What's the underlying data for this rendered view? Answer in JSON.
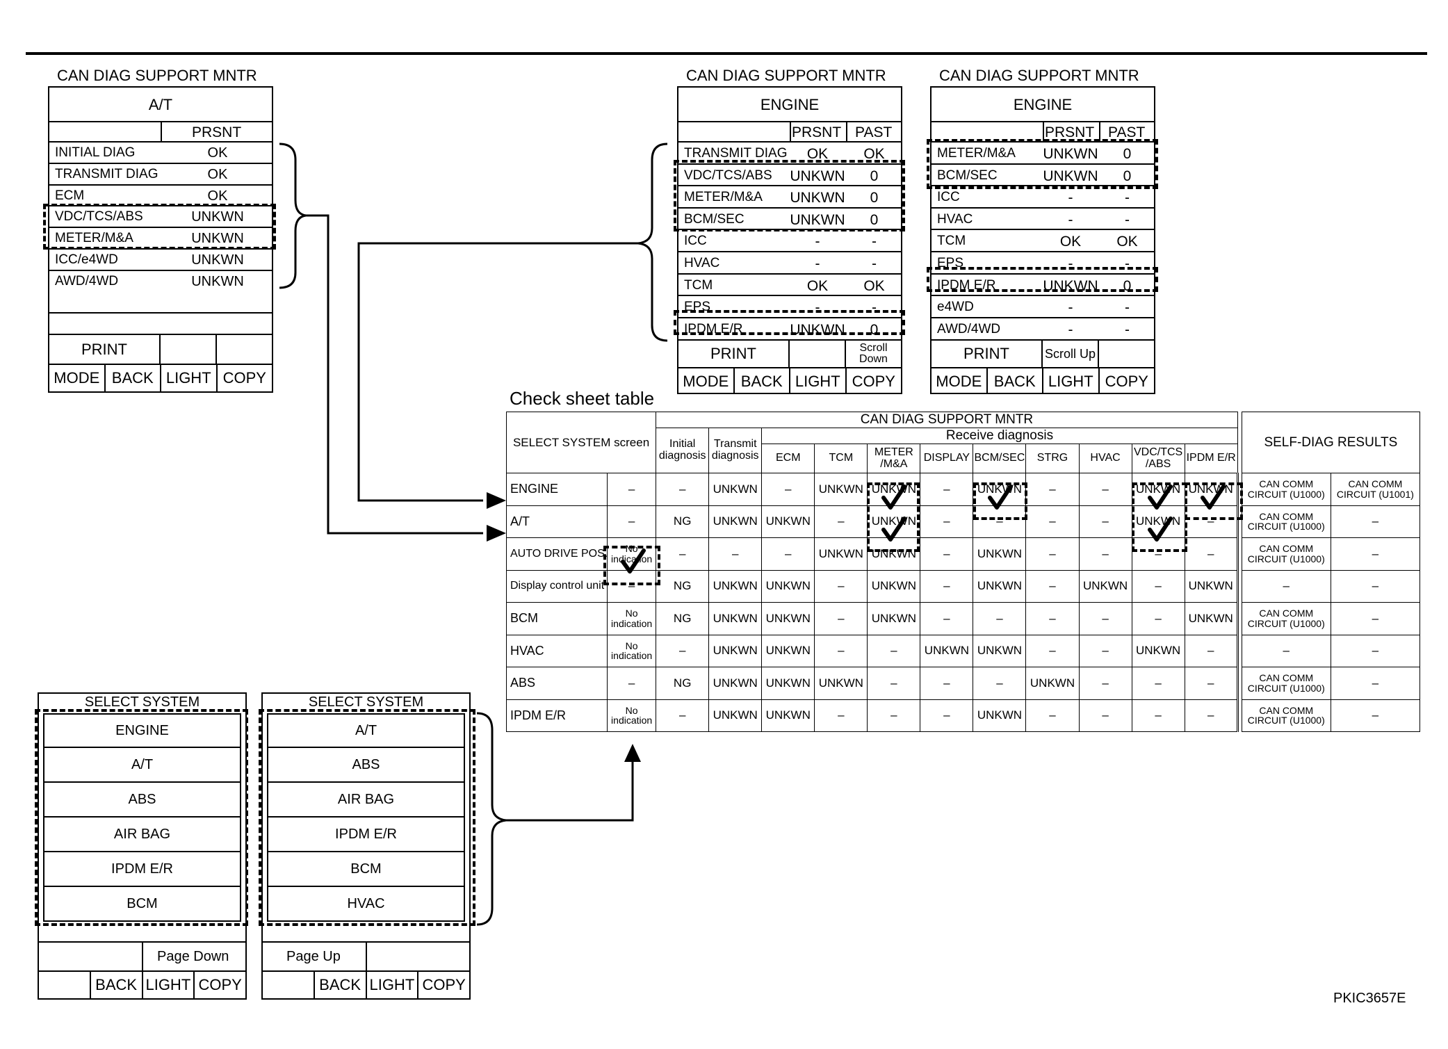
{
  "at_monitor": {
    "title": "CAN DIAG SUPPORT MNTR",
    "system": "A/T",
    "col_prsnt": "PRSNT",
    "rows": [
      {
        "item": "INITIAL DIAG",
        "prsnt": "OK"
      },
      {
        "item": "TRANSMIT DIAG",
        "prsnt": "OK"
      },
      {
        "item": "ECM",
        "prsnt": "OK"
      },
      {
        "item": "VDC/TCS/ABS",
        "prsnt": "UNKWN"
      },
      {
        "item": "METER/M&A",
        "prsnt": "UNKWN"
      },
      {
        "item": "ICC/e4WD",
        "prsnt": "UNKWN"
      },
      {
        "item": "AWD/4WD",
        "prsnt": "UNKWN"
      }
    ],
    "print": "PRINT",
    "buttons": [
      "MODE",
      "BACK",
      "LIGHT",
      "COPY"
    ]
  },
  "engine_monitor_1": {
    "title": "CAN DIAG SUPPORT MNTR",
    "system": "ENGINE",
    "col_prsnt": "PRSNT",
    "col_past": "PAST",
    "rows": [
      {
        "item": "TRANSMIT DIAG",
        "prsnt": "OK",
        "past": "OK"
      },
      {
        "item": "VDC/TCS/ABS",
        "prsnt": "UNKWN",
        "past": "0"
      },
      {
        "item": "METER/M&A",
        "prsnt": "UNKWN",
        "past": "0"
      },
      {
        "item": "BCM/SEC",
        "prsnt": "UNKWN",
        "past": "0"
      },
      {
        "item": "ICC",
        "prsnt": "-",
        "past": "-"
      },
      {
        "item": "HVAC",
        "prsnt": "-",
        "past": "-"
      },
      {
        "item": "TCM",
        "prsnt": "OK",
        "past": "OK"
      },
      {
        "item": "EPS",
        "prsnt": "-",
        "past": "-"
      },
      {
        "item": "IPDM E/R",
        "prsnt": "UNKWN",
        "past": "0"
      }
    ],
    "print": "PRINT",
    "scroll": "Scroll Down",
    "buttons": [
      "MODE",
      "BACK",
      "LIGHT",
      "COPY"
    ]
  },
  "engine_monitor_2": {
    "title": "CAN DIAG SUPPORT MNTR",
    "system": "ENGINE",
    "col_prsnt": "PRSNT",
    "col_past": "PAST",
    "rows": [
      {
        "item": "METER/M&A",
        "prsnt": "UNKWN",
        "past": "0"
      },
      {
        "item": "BCM/SEC",
        "prsnt": "UNKWN",
        "past": "0"
      },
      {
        "item": "ICC",
        "prsnt": "-",
        "past": "-"
      },
      {
        "item": "HVAC",
        "prsnt": "-",
        "past": "-"
      },
      {
        "item": "TCM",
        "prsnt": "OK",
        "past": "OK"
      },
      {
        "item": "EPS",
        "prsnt": "-",
        "past": "-"
      },
      {
        "item": "IPDM E/R",
        "prsnt": "UNKWN",
        "past": "0"
      },
      {
        "item": "e4WD",
        "prsnt": "-",
        "past": "-"
      },
      {
        "item": "AWD/4WD",
        "prsnt": "-",
        "past": "-"
      }
    ],
    "print": "PRINT",
    "scroll": "Scroll Up",
    "buttons": [
      "MODE",
      "BACK",
      "LIGHT",
      "COPY"
    ]
  },
  "check_sheet": {
    "title": "Check sheet table",
    "header_main": "CAN DIAG SUPPORT MNTR",
    "header_select": "SELECT SYSTEM screen",
    "header_initial": "Initial diagnosis",
    "header_transmit": "Transmit diagnosis",
    "header_receive": "Receive diagnosis",
    "header_selfdiag": "SELF-DIAG RESULTS",
    "receive_cols": [
      "ECM",
      "TCM",
      "METER /M&A",
      "DISPLAY",
      "BCM/SEC",
      "STRG",
      "HVAC",
      "VDC/TCS /ABS",
      "IPDM E/R"
    ],
    "rows": [
      {
        "name": "ENGINE",
        "cells": [
          "–",
          "–",
          "UNKWN",
          "–",
          "UNKWN",
          "UNKWN",
          "–",
          "UNKWN",
          "–",
          "–",
          "UNKWN",
          "UNKWN",
          "CAN COMM CIRCUIT (U1000)",
          "CAN COMM CIRCUIT (U1001)"
        ]
      },
      {
        "name": "A/T",
        "cells": [
          "–",
          "NG",
          "UNKWN",
          "UNKWN",
          "–",
          "UNKWN",
          "–",
          "–",
          "–",
          "–",
          "UNKWN",
          "–",
          "CAN COMM CIRCUIT (U1000)",
          "–"
        ]
      },
      {
        "name": "AUTO DRIVE POS.",
        "cells": [
          "No indication",
          "–",
          "–",
          "–",
          "UNKWN",
          "UNKWN",
          "–",
          "UNKWN",
          "–",
          "–",
          "–",
          "–",
          "CAN COMM CIRCUIT (U1000)",
          "–"
        ]
      },
      {
        "name": "Display control unit",
        "cells": [
          "–",
          "NG",
          "UNKWN",
          "UNKWN",
          "–",
          "UNKWN",
          "–",
          "UNKWN",
          "–",
          "UNKWN",
          "–",
          "UNKWN",
          "–",
          "–"
        ]
      },
      {
        "name": "BCM",
        "cells": [
          "No indication",
          "NG",
          "UNKWN",
          "UNKWN",
          "–",
          "UNKWN",
          "–",
          "–",
          "–",
          "–",
          "–",
          "UNKWN",
          "CAN COMM CIRCUIT (U1000)",
          "–"
        ]
      },
      {
        "name": "HVAC",
        "cells": [
          "No indication",
          "–",
          "UNKWN",
          "UNKWN",
          "–",
          "–",
          "UNKWN",
          "UNKWN",
          "–",
          "–",
          "UNKWN",
          "–",
          "–",
          "–"
        ]
      },
      {
        "name": "ABS",
        "cells": [
          "–",
          "NG",
          "UNKWN",
          "UNKWN",
          "UNKWN",
          "–",
          "–",
          "–",
          "UNKWN",
          "–",
          "–",
          "–",
          "CAN COMM CIRCUIT (U1000)",
          "–"
        ]
      },
      {
        "name": "IPDM E/R",
        "cells": [
          "No indication",
          "–",
          "UNKWN",
          "UNKWN",
          "–",
          "–",
          "–",
          "UNKWN",
          "–",
          "–",
          "–",
          "–",
          "CAN COMM CIRCUIT (U1000)",
          "–"
        ]
      }
    ]
  },
  "select_system_1": {
    "header": "SELECT SYSTEM",
    "items": [
      "ENGINE",
      "A/T",
      "ABS",
      "AIR BAG",
      "IPDM E/R",
      "BCM"
    ],
    "page": "Page Down",
    "buttons": [
      "",
      "BACK",
      "LIGHT",
      "COPY"
    ]
  },
  "select_system_2": {
    "header": "SELECT SYSTEM",
    "items": [
      "A/T",
      "ABS",
      "AIR BAG",
      "IPDM E/R",
      "BCM",
      "HVAC"
    ],
    "page": "Page Up",
    "buttons": [
      "",
      "BACK",
      "LIGHT",
      "COPY"
    ]
  },
  "figure_code": "PKIC3657E"
}
